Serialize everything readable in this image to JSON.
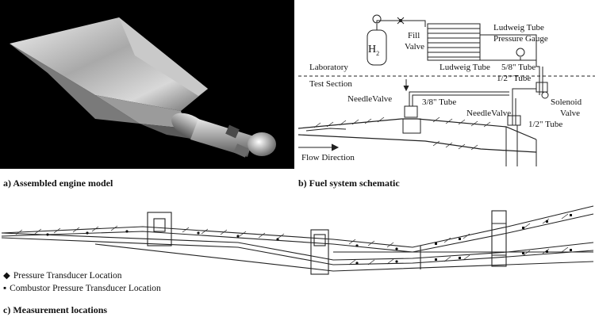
{
  "captions": {
    "photo": "a) Assembled engine model",
    "schematic": "b) Fuel system schematic",
    "locations": "c) Measurement locations"
  },
  "schematic": {
    "h2": "H",
    "h2_sub": "2",
    "fill_valve_1": "Fill",
    "fill_valve_2": "Valve",
    "ludweig_gauge_1": "Ludweig Tube",
    "ludweig_gauge_2": "Pressure Gauge",
    "laboratory": "Laboratory",
    "ludweig_tube": "Ludweig Tube",
    "tube_58": "5/8\" Tube",
    "test_section": "Test Section",
    "tube_12_a": "1/2\" Tube",
    "needle_valve_left": "NeedleValve",
    "tube_38": "3/8\" Tube",
    "needle_valve_right": "NeedleValve",
    "solenoid_1": "Solenoid",
    "solenoid_2": "Valve",
    "tube_12_b": "1/2\" Tube",
    "flow_direction": "Flow Direction"
  },
  "legend": {
    "pressure": "Pressure Transducer Location",
    "combustor": "Combustor Pressure Transducer Location"
  }
}
